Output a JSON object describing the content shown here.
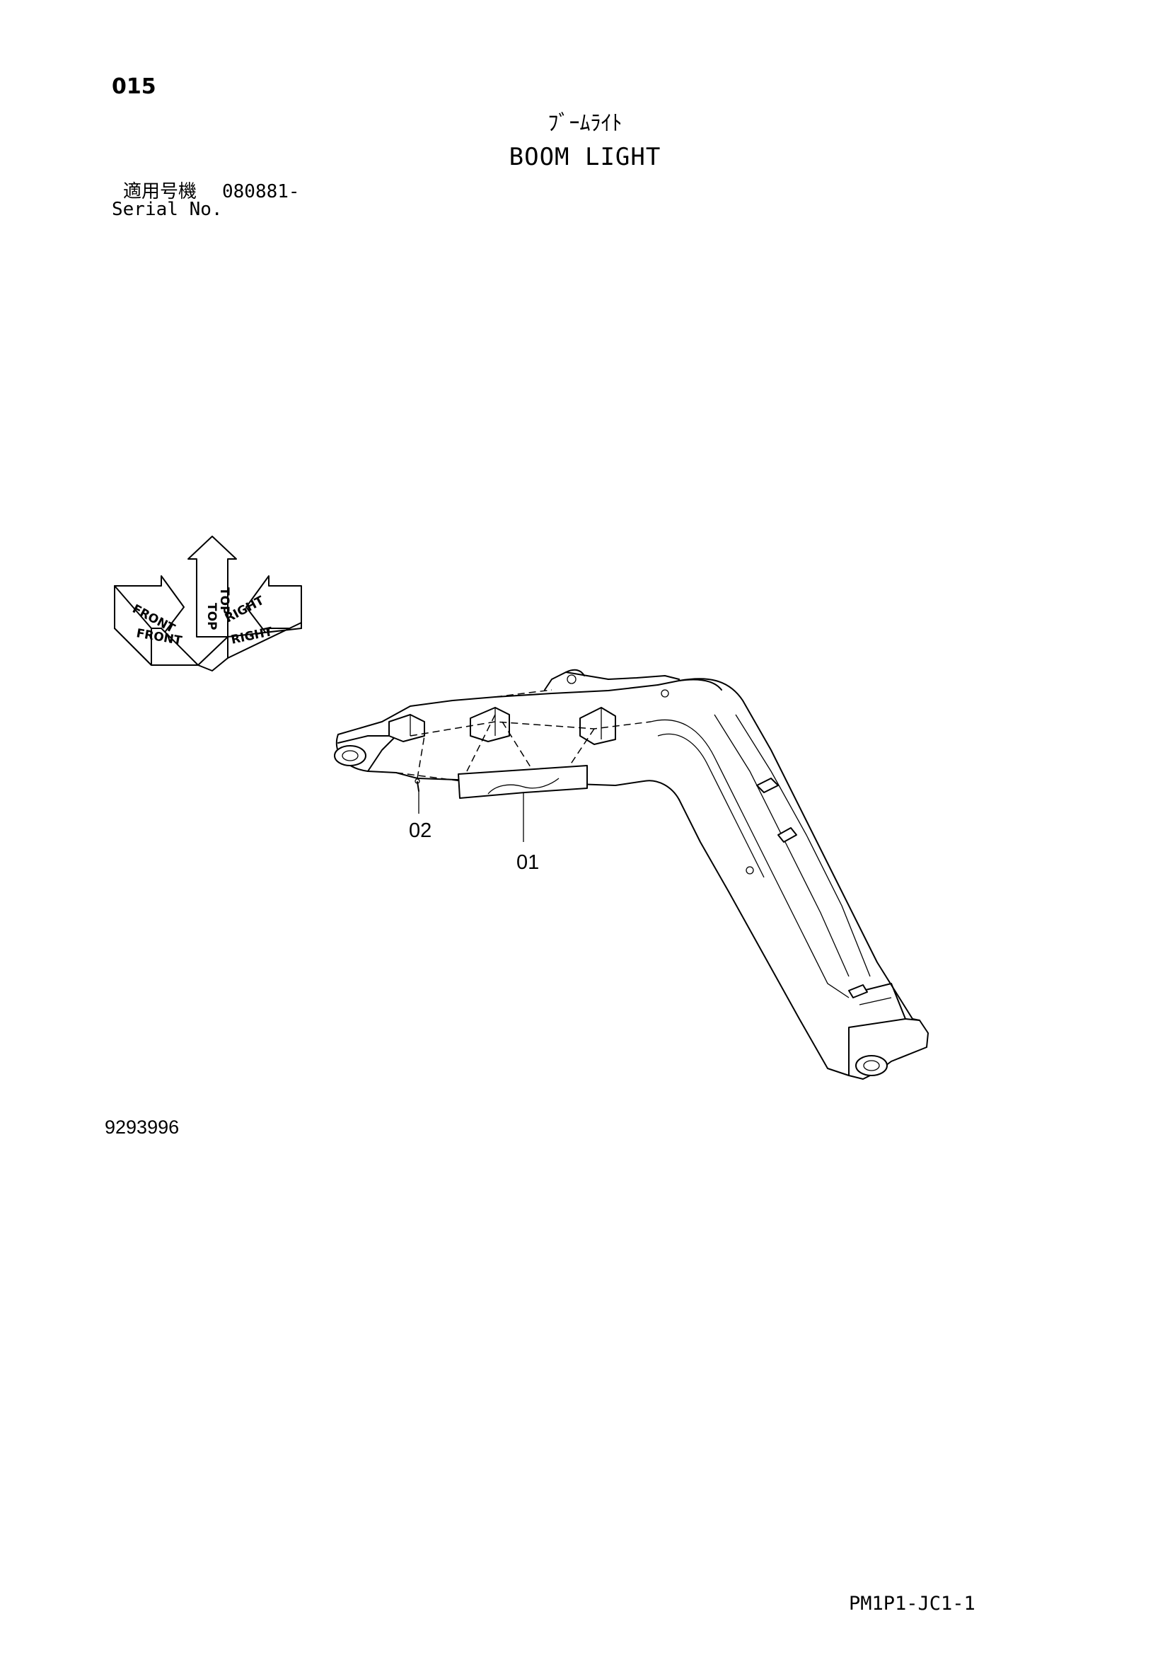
{
  "header": {
    "page_number": "015",
    "title_jp": "ﾌﾞｰﾑﾗｲﾄ",
    "title_en": "BOOM LIGHT"
  },
  "serial": {
    "label_jp": "適用号機",
    "value": "080881-",
    "label_en": "Serial No."
  },
  "orientation_indicator": {
    "top": "TOP",
    "front": "FRONT",
    "right": "RIGHT"
  },
  "callouts": [
    "02",
    "01"
  ],
  "footer": {
    "figure_number": "9293996",
    "page_code": "PM1P1-JC1-1"
  }
}
